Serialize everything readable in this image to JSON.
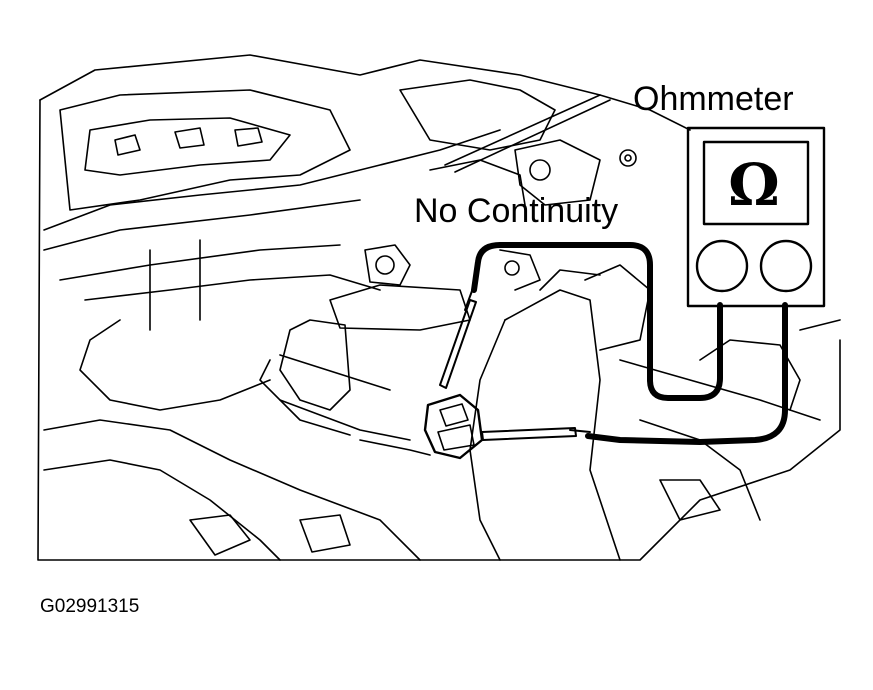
{
  "labels": {
    "meter": "Ohmmeter",
    "result": "No Continuity",
    "figure_code": "G02991315"
  },
  "meter": {
    "symbol": "Ω",
    "display_icon": "ohm-symbol-icon"
  },
  "colors": {
    "line": "#000000",
    "background": "#ffffff"
  }
}
